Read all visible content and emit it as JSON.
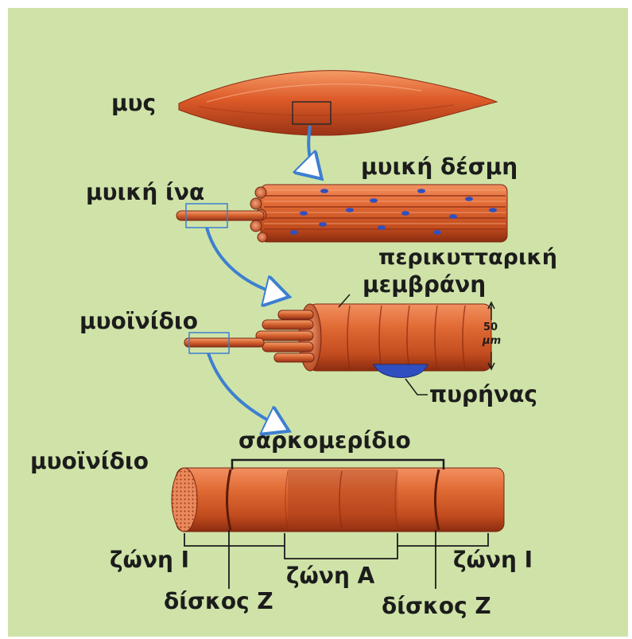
{
  "colors": {
    "background": "#cfe3a8",
    "muscle": "#d9582a",
    "muscle_light": "#f08a55",
    "muscle_dark": "#8e2a12",
    "nucleus": "#2f4fc0",
    "arrow": "#4a90e2",
    "text": "#1c1c1c"
  },
  "labels": {
    "muscle": "μυς",
    "muscle_fiber": "μυική ίνα",
    "fascicle": "μυική δέσμη",
    "membrane_line1": "περικυτταρική",
    "membrane_line2": "μεμβράνη",
    "myofibril_mid": "μυοϊνίδιο",
    "scale_value": "50",
    "scale_unit": "μm",
    "nucleus": "πυρήνας",
    "myofibril_bottom": "μυοϊνίδιο",
    "sarcomere": "σαρκομερίδιο",
    "zone_i_left": "ζώνη Ι",
    "zone_a": "ζώνη Α",
    "zone_i_right": "ζώνη Ι",
    "disc_z_left": "δίσκος Ζ",
    "disc_z_right": "δίσκος Ζ"
  }
}
